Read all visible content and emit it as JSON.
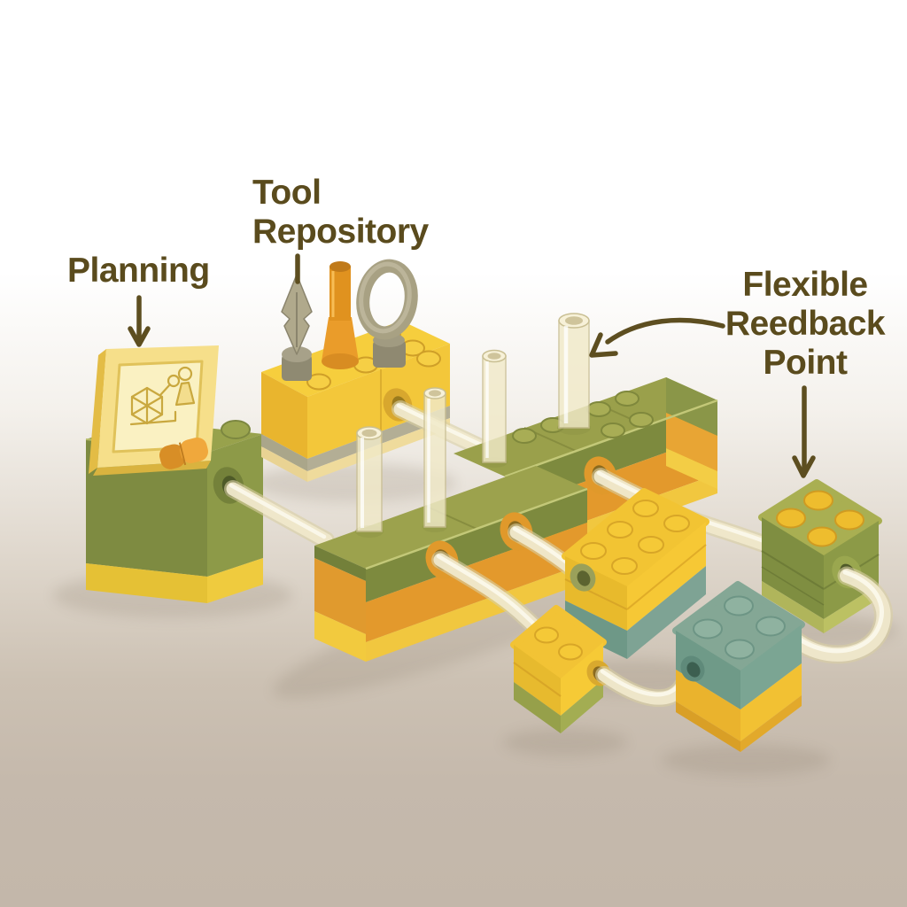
{
  "background": {
    "gradient_top": "#ffffff",
    "gradient_bottom": "#c3b7aa"
  },
  "labels": {
    "planning": {
      "text": "Planning"
    },
    "tool_repository": {
      "lines": [
        "Tool",
        "Repository"
      ]
    },
    "flexible_feedback_point": {
      "lines": [
        "Flexible",
        "Reedback",
        "Point"
      ]
    }
  },
  "palette": {
    "text": "#5a4b1d",
    "brick_yellow": "#f2c636",
    "brick_yellow_deep": "#e8b52c",
    "brick_orange": "#e3992c",
    "brick_olive_top": "#9aa04b",
    "brick_olive_dark": "#7d8a3e",
    "brick_teal": "#7ba492",
    "brick_teal_dark": "#6b9484",
    "tube": "#efe8cb",
    "tube_highlight": "#fcf9ec",
    "tool_khaki": "#aaa287",
    "tablet_face": "#f6df8a",
    "tablet_screen": "#faf1c2"
  },
  "scene": {
    "bricks": [
      {
        "name": "planning-station",
        "parts": [
          "tablet-screen",
          "orange-capsule",
          "stud",
          "tube-port"
        ]
      },
      {
        "name": "tool-repository-brick",
        "parts": [
          "spear-tool",
          "orange-cylinder-tool",
          "ring-tool",
          "studs",
          "tube-port"
        ]
      },
      {
        "name": "stepped-pipeline-bar",
        "parts": [
          "translucent-pegs",
          "studs",
          "tube-ports"
        ]
      },
      {
        "name": "yellow-teal-brick-2x3",
        "parts": [
          "six-studs",
          "tube-port"
        ]
      },
      {
        "name": "olive-cube-2x2",
        "parts": [
          "four-yellow-studs",
          "tube-port"
        ]
      },
      {
        "name": "small-yellow-cube-1x2",
        "parts": [
          "two-studs",
          "tube-port"
        ]
      },
      {
        "name": "teal-yellow-cube-2x2",
        "parts": [
          "four-studs",
          "tube-port"
        ]
      }
    ]
  }
}
